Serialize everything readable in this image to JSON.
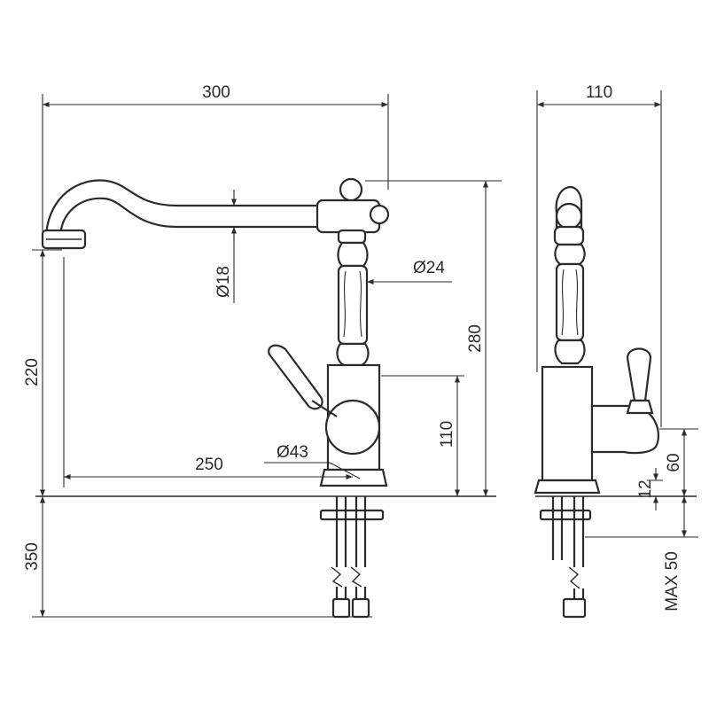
{
  "front_view": {
    "overall_width": "300",
    "spout_diameter": "Ø18",
    "body_diameter": "Ø24",
    "spout_height": "220",
    "total_height": "280",
    "lever_height": "110",
    "base_diameter": "Ø43",
    "reach": "250",
    "below_deck": "350"
  },
  "side_view": {
    "depth": "110",
    "height_60": "60",
    "height_12": "12",
    "max_deck": "MAX 50"
  }
}
